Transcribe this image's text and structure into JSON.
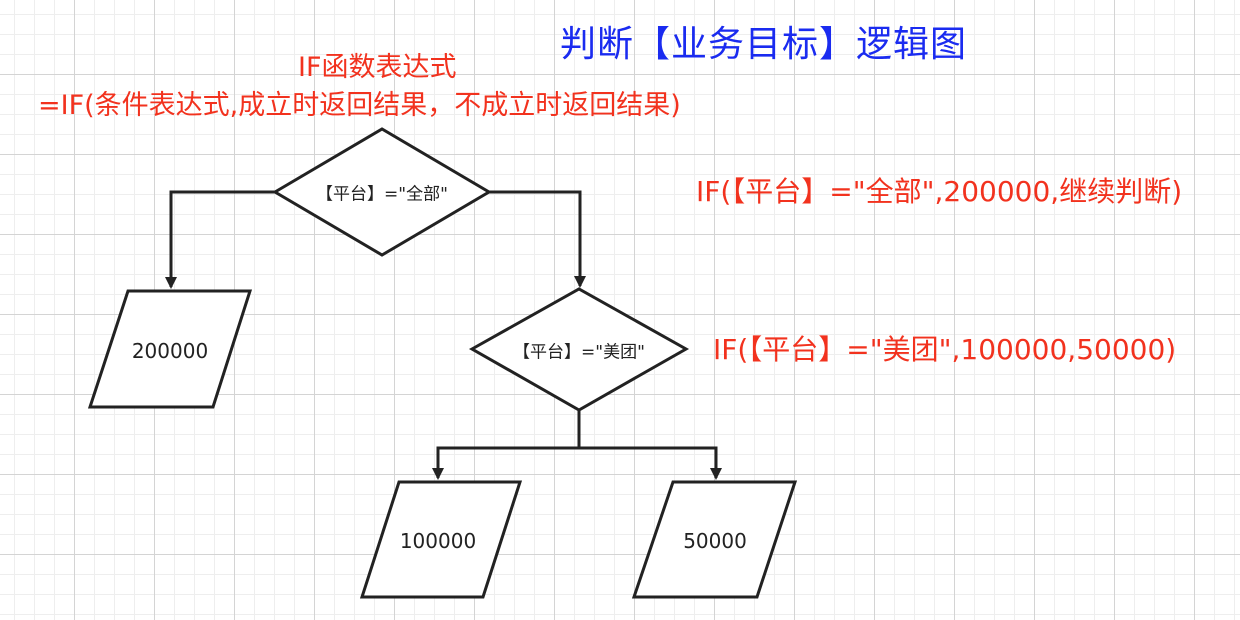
{
  "title": "判断【业务目标】逻辑图",
  "annotations": {
    "if_heading": "IF函数表达式",
    "if_syntax": "=IF(条件表达式,成立时返回结果，不成立时返回结果)",
    "formula_1": "IF(【平台】=\"全部\",200000,继续判断)",
    "formula_2": "IF(【平台】=\"美团\",100000,50000)"
  },
  "nodes": {
    "decision_1": "【平台】=\"全部\"",
    "decision_2": "【平台】=\"美团\"",
    "output_1": "200000",
    "output_2": "100000",
    "output_3": "50000"
  },
  "colors": {
    "title": "#1a2bf0",
    "annotation": "#f2321e",
    "stroke": "#222222"
  }
}
